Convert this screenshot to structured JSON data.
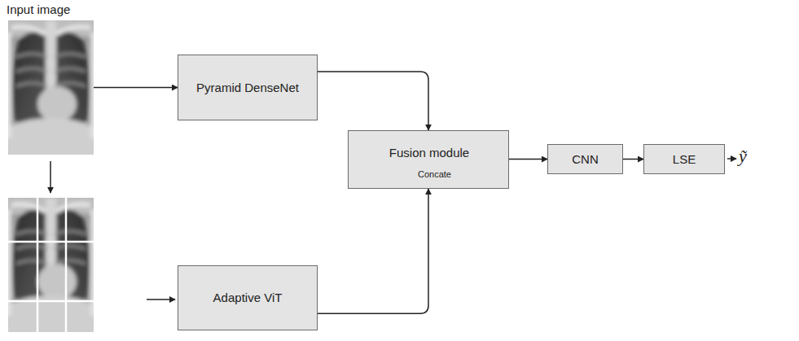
{
  "diagram": {
    "nodes": [
      {
        "text": [
          "Input image"
        ]
      },
      {
        "text": [
          "Pyramid DenseNet"
        ]
      },
      {
        "text": [
          "Adaptive ViT"
        ]
      },
      {
        "text": [
          "Fusion module",
          "Concate"
        ]
      },
      {
        "text": [
          "CNN"
        ]
      },
      {
        "text": [
          "LSE"
        ]
      }
    ],
    "edges": [
      {
        "from": 0,
        "to": 1,
        "arrow": "to"
      },
      {
        "from": 1,
        "to": 3,
        "arrow": "to"
      },
      {
        "from": 2,
        "to": 3,
        "arrow": "to"
      },
      {
        "from": 3,
        "to": 4,
        "arrow": "to"
      },
      {
        "from": 4,
        "to": 5,
        "arrow": "to"
      }
    ],
    "labels": [
      "ỹ"
    ]
  }
}
